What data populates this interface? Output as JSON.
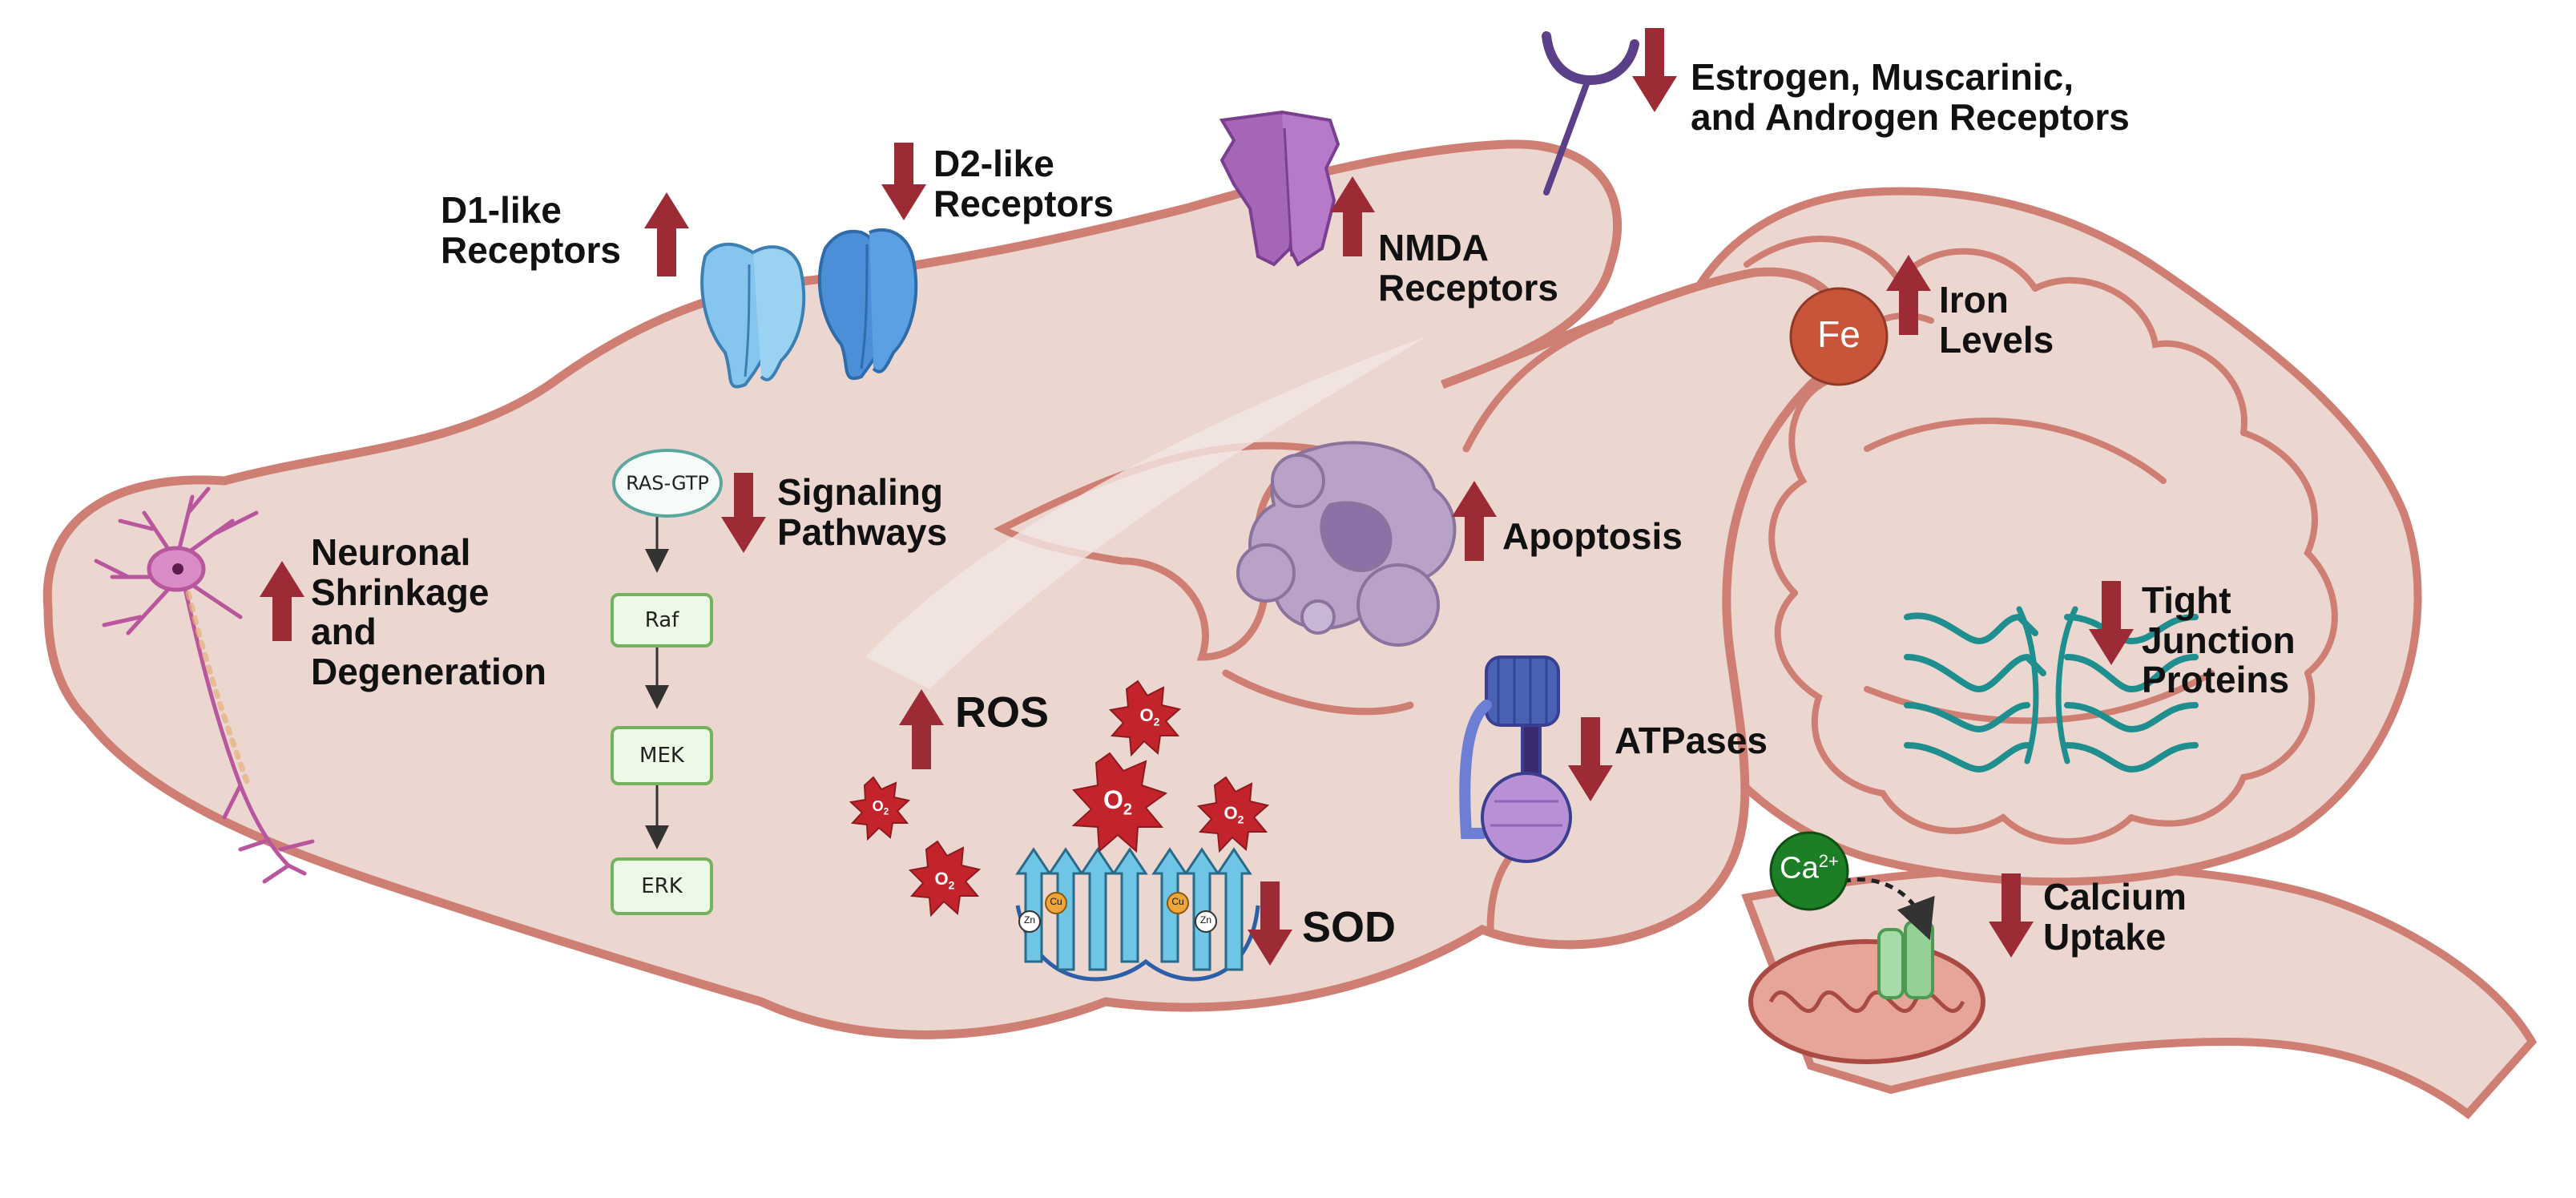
{
  "labels": {
    "neuronal": [
      "Neuronal",
      "Shrinkage",
      "and",
      "Degeneration"
    ],
    "d1": [
      "D1-like",
      "Receptors"
    ],
    "d2": [
      "D2-like",
      "Receptors"
    ],
    "nmda": [
      "NMDA",
      "Receptors"
    ],
    "estrogen": [
      "Estrogen, Muscarinic,",
      "and Androgen Receptors"
    ],
    "signaling": [
      "Signaling",
      "Pathways"
    ],
    "ros": "ROS",
    "sod": "SOD",
    "apoptosis": "Apoptosis",
    "atpases": "ATPases",
    "iron": [
      "Iron",
      "Levels"
    ],
    "tight": [
      "Tight",
      "Junction",
      "Proteins"
    ],
    "calcium": [
      "Calcium",
      "Uptake"
    ]
  },
  "pathway": [
    "RAS-GTP",
    "Raf",
    "MEK",
    "ERK"
  ],
  "badges": {
    "fe": "Fe",
    "ca": "Ca2+",
    "ca_base": "Ca",
    "ca_sup": "2+",
    "o2": "O2",
    "o2_base": "O",
    "o2_sub": "2",
    "zn": "Zn",
    "cu": "Cu"
  },
  "arrows": {
    "neuronal": "up",
    "d1": "up",
    "d2": "down",
    "nmda": "up",
    "estrogen": "down",
    "signaling": "down",
    "ros": "up",
    "sod": "down",
    "apoptosis": "up",
    "atpases": "down",
    "iron": "up",
    "tight": "down",
    "calcium": "down"
  },
  "colors": {
    "brain_fill": "#ecd6d0",
    "brain_outline": "#cf7e74",
    "arrow": "#9c2b35",
    "fe": "#c8553a",
    "ca": "#1d7f25",
    "pathway_box_fill": "#eef8e6",
    "pathway_box_stroke": "#74b35e",
    "d1_receptor": "#86c6ee",
    "d2_receptor": "#4a8fd8",
    "nmda": "#a566b8",
    "ros": "#c3242b",
    "tight_junction": "#1f8e8e"
  }
}
